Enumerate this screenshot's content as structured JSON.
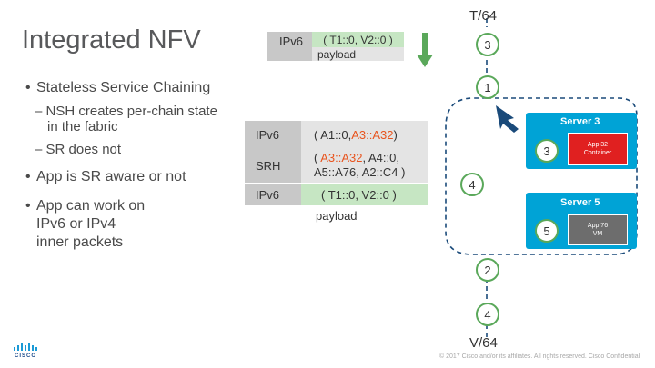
{
  "title": "Integrated NFV",
  "bullets": {
    "stateless": "Stateless Service Chaining",
    "nsh": "NSH creates per-chain state in the fabric",
    "nsh_line1": "NSH creates per-chain state",
    "nsh_line2": "in the fabric",
    "sr_not": "SR does not",
    "app_aware": "App is SR aware or not",
    "app_work_1": "App can work on",
    "app_work_2": "IPv6 or IPv4",
    "app_work_3": "inner packets",
    "dash": "–",
    "dot": "•"
  },
  "top_packet": {
    "ipv6": "IPv6",
    "inner": "( T1::0, V2::0 )",
    "payload": "payload"
  },
  "mid_packet": {
    "ipv6_label": "IPv6",
    "ipv6_prefix": "( A1::0, ",
    "ipv6_highlight": "A3::A32",
    "ipv6_suffix": " )",
    "srh_label": "SRH",
    "srh_prefix": "( ",
    "srh_highlight": "A3::A32",
    "srh_mid": ", A4::0,",
    "srh_line2": "A5::A76, A2::C4 )",
    "ipv6b_label": "IPv6",
    "ipv6b_value": "( T1::0, V2::0 )",
    "payload": "payload"
  },
  "nodes": {
    "t64": "T/64",
    "v64": "V/64",
    "n3_top": "3",
    "n1": "1",
    "n3_server": "3",
    "n4_mid": "4",
    "n5": "5",
    "n2": "2",
    "n4_bottom": "4"
  },
  "server3": {
    "label": "Server 3",
    "app": "App 32 Container",
    "app_line1": "App 32",
    "app_line2": "Container"
  },
  "server5": {
    "label": "Server 5",
    "app": "App 76 VM",
    "app_line1": "App 76",
    "app_line2": "VM"
  },
  "footer": {
    "logo": "CISCO",
    "copyright": "© 2017 Cisco and/or its affiliates. All rights reserved. Cisco Confidential"
  },
  "colors": {
    "highlight_red": "#e8541e",
    "node_green": "#5aa85a",
    "server_blue": "#00a3d6",
    "app_red": "#e02020",
    "arrow_green": "#5aa85a",
    "path_blue": "#1a4a7a"
  }
}
